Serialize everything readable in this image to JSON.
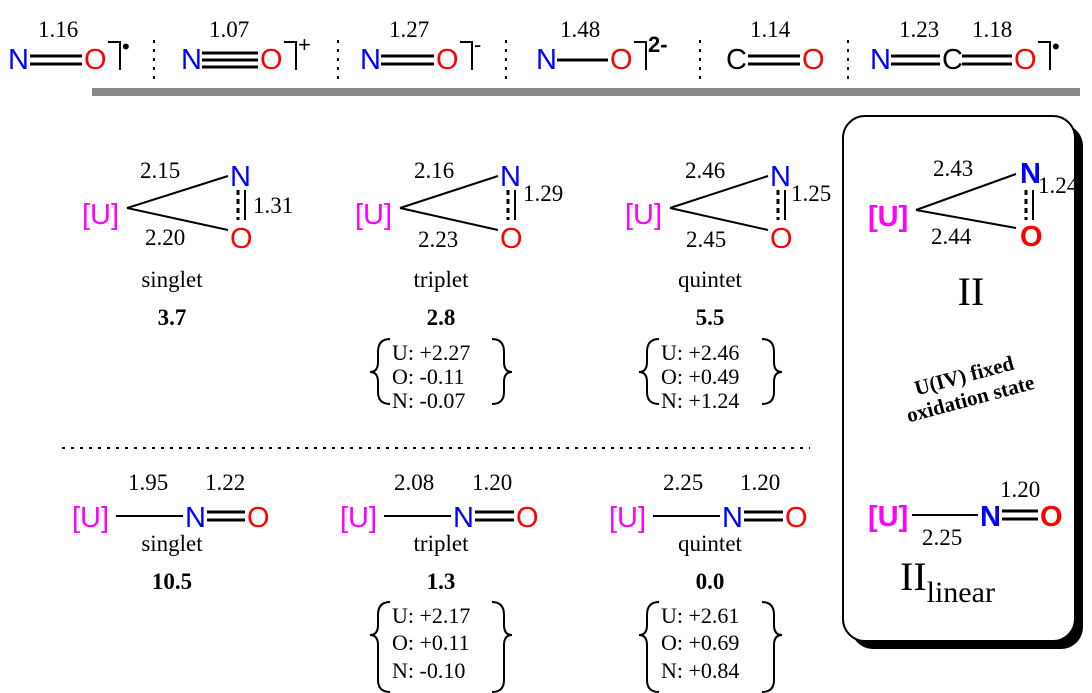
{
  "colors": {
    "uranium": "#ff00ff",
    "nitrogen": "#0000ff",
    "oxygen": "#ff0000",
    "carbon": "#000000",
    "rule": "#888888"
  },
  "atoms": {
    "U": "[U]",
    "N": "N",
    "O": "O",
    "C": "C"
  },
  "ref": [
    {
      "bond_lengths": [
        "1.16"
      ],
      "charge": "•"
    },
    {
      "bond_lengths": [
        "1.07"
      ],
      "charge": "+"
    },
    {
      "bond_lengths": [
        "1.27"
      ],
      "charge": "-"
    },
    {
      "bond_lengths": [
        "1.48"
      ],
      "charge": "2-"
    },
    {
      "bond_lengths": [
        "1.14"
      ],
      "charge": ""
    },
    {
      "bond_lengths": [
        "1.23",
        "1.18"
      ],
      "charge": "•"
    }
  ],
  "side_on": [
    {
      "un": "2.15",
      "uo": "2.20",
      "no": "1.31",
      "state": "singlet",
      "energy": "3.7",
      "spin": []
    },
    {
      "un": "2.16",
      "uo": "2.23",
      "no": "1.29",
      "state": "triplet",
      "energy": "2.8",
      "spin": [
        "U: +2.27",
        "O: -0.11",
        "N: -0.07"
      ]
    },
    {
      "un": "2.46",
      "uo": "2.45",
      "no": "1.25",
      "state": "quintet",
      "energy": "5.5",
      "spin": [
        "U: +2.46",
        "O: +0.49",
        "N: +1.24"
      ]
    }
  ],
  "linear": [
    {
      "un": "1.95",
      "no": "1.22",
      "state": "singlet",
      "energy": "10.5",
      "spin": []
    },
    {
      "un": "2.08",
      "no": "1.20",
      "state": "triplet",
      "energy": "1.3",
      "spin": [
        "U: +2.17",
        "O: +0.11",
        "N: -0.10"
      ]
    },
    {
      "un": "2.25",
      "no": "1.20",
      "state": "quintet",
      "energy": "0.0",
      "spin": [
        "U: +2.61",
        "O: +0.69",
        "N: +0.84"
      ]
    }
  ],
  "box": {
    "side_on": {
      "un": "2.43",
      "uo": "2.44",
      "no": "1.24",
      "label": "II"
    },
    "stamp_lines": [
      "U(IV) fixed",
      "oxidation state"
    ],
    "linear": {
      "un": "2.25",
      "no": "1.20",
      "label": "II",
      "label_sub": "linear"
    }
  }
}
